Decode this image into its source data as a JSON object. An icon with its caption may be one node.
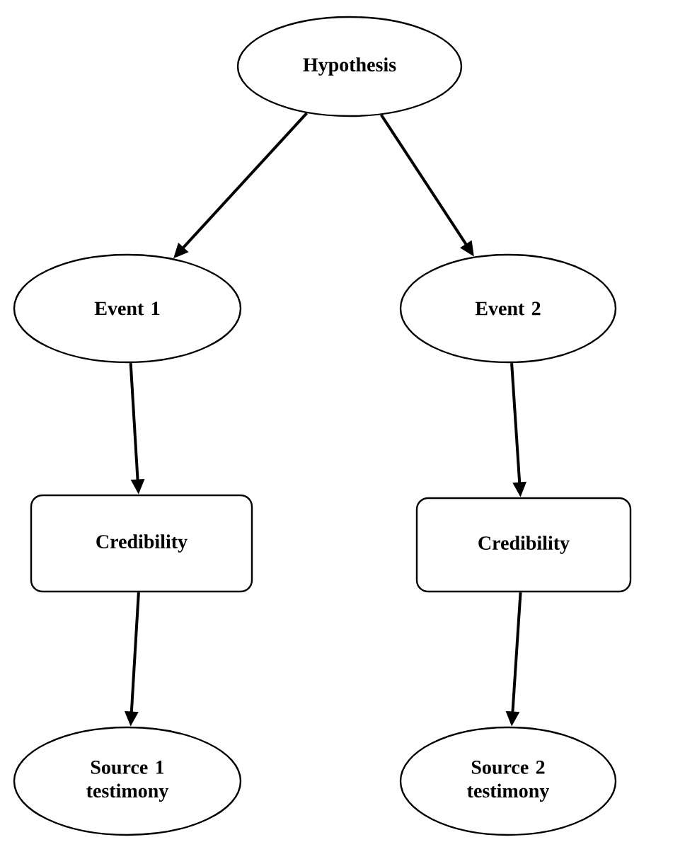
{
  "diagram": {
    "nodes": [
      {
        "text": [
          "Hypothesis"
        ]
      },
      {
        "text": [
          "Event 1"
        ]
      },
      {
        "text": [
          "Event 2"
        ]
      },
      {
        "text": [
          "Credibility"
        ]
      },
      {
        "text": [
          "Credibility"
        ]
      },
      {
        "text": [
          "Source 1 testimony"
        ]
      },
      {
        "text": [
          "Source 2 testimony"
        ]
      }
    ],
    "edges": [
      {
        "from": 0,
        "to": 1,
        "arrow": "to"
      },
      {
        "from": 0,
        "to": 2,
        "arrow": "to"
      },
      {
        "from": 1,
        "to": 3,
        "arrow": "to"
      },
      {
        "from": 2,
        "to": 4,
        "arrow": "to"
      },
      {
        "from": 3,
        "to": 5,
        "arrow": "to"
      },
      {
        "from": 4,
        "to": 6,
        "arrow": "to"
      }
    ]
  }
}
